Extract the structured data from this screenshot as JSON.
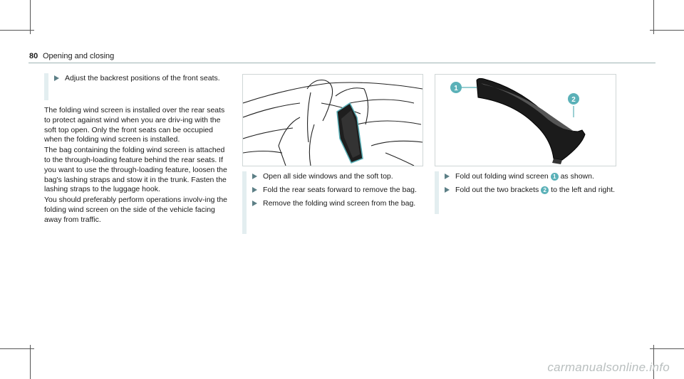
{
  "header": {
    "page_number": "80",
    "section_title": "Opening and closing"
  },
  "left_column": {
    "step_intro": "Adjust the backrest positions of the front seats.",
    "paragraphs": [
      "The folding wind screen is installed over the rear seats to protect against wind when you are driv-ing with the soft top open. Only the front seats can be occupied when the folding wind screen is installed.",
      "The bag containing the folding wind screen is attached to the through-loading feature behind the rear seats. If you want to use the through-loading feature, loosen the bag's lashing straps and stow it in the trunk. Fasten the lashing straps to the luggage hook.",
      "You should preferably perform operations involv-ing the folding wind screen on the side of the vehicle facing away from traffic."
    ]
  },
  "middle_column": {
    "steps": [
      "Open all side windows and the soft top.",
      "Fold the rear seats forward to remove the bag.",
      "Remove the folding wind screen from the bag."
    ]
  },
  "right_column": {
    "figure_callouts": [
      "1",
      "2"
    ],
    "step1": {
      "before": "Fold out folding wind screen",
      "badge": "1",
      "after": "as shown."
    },
    "step2": {
      "before": "Fold out the two brackets",
      "badge": "2",
      "after": "to the left and right."
    }
  },
  "watermark": "carmanualsonline.info",
  "colors": {
    "accent": "#5bb1b8",
    "arrow": "#5c7f86",
    "step_bar": "#e3eef0"
  }
}
